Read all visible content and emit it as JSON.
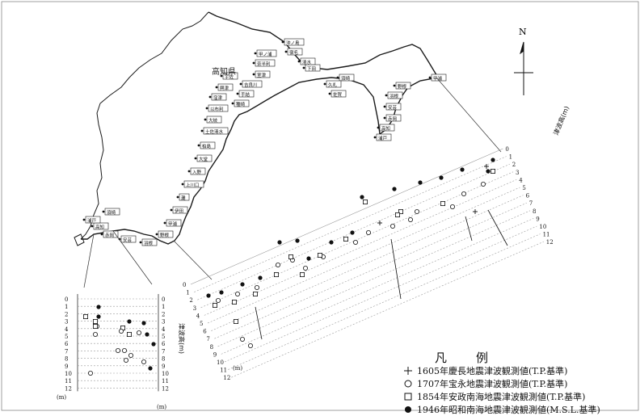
{
  "map": {
    "prefecture_label": "高知県",
    "north_label": "N"
  },
  "legend": {
    "title": "凡　　例",
    "items": [
      {
        "symbol": "cross",
        "label": "1605年慶長地震津波観測値(T.P.基準)"
      },
      {
        "symbol": "open-circle",
        "label": "1707年宝永地震津波観測値(T.P.基準)"
      },
      {
        "symbol": "open-square",
        "label": "1854年安政南海地震津波観測値(T.P.基準)"
      },
      {
        "symbol": "filled-circle",
        "label": "1946年昭和南海地震津波観測値(M.S.L.基準)"
      }
    ]
  },
  "axes": {
    "main_label": "津波高(m)",
    "unit": "(m)",
    "ticks": [
      "0",
      "1",
      "2",
      "3",
      "4",
      "5",
      "6",
      "7",
      "8",
      "9",
      "10",
      "11",
      "12"
    ]
  },
  "place_labels": [
    "甲浦",
    "野根",
    "羽根",
    "安芸",
    "赤岡",
    "高知",
    "浦戸",
    "須崎",
    "久礼",
    "佐賀",
    "下田",
    "清水",
    "宿毛",
    "沖ノ島",
    "甲ノ浦",
    "奈半利",
    "室津",
    "吉良川",
    "手結",
    "種崎",
    "宇佐",
    "興津",
    "窪津",
    "以布利",
    "大岐",
    "土佐清水",
    "柏島",
    "大堂",
    "入野",
    "上川口",
    "灘",
    "伊田"
  ],
  "colors": {
    "ink": "#111111",
    "coast": "#1a1a1a",
    "grid": "#9a9a9a",
    "label_box": "#1a1a1a",
    "background": "#ffffff"
  }
}
